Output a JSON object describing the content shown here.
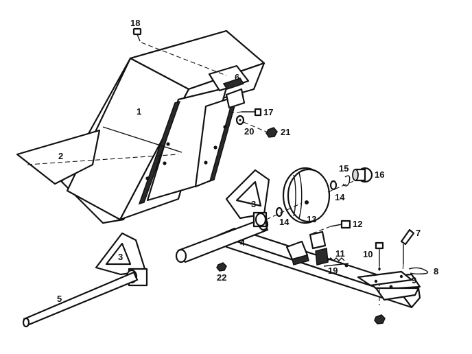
{
  "callouts": {
    "c1": "1",
    "c2": "2",
    "c3a": "3",
    "c3b": "3",
    "c4": "4",
    "c5": "5",
    "c6": "6",
    "c7": "7",
    "c8": "8",
    "c9": "9",
    "c10": "10",
    "c11": "11",
    "c12": "12",
    "c13": "13",
    "c14a": "14",
    "c14b": "14",
    "c15": "15",
    "c16": "16",
    "c17": "17",
    "c18": "18",
    "c19": "19",
    "c20": "20",
    "c21": "21",
    "c22": "22"
  }
}
